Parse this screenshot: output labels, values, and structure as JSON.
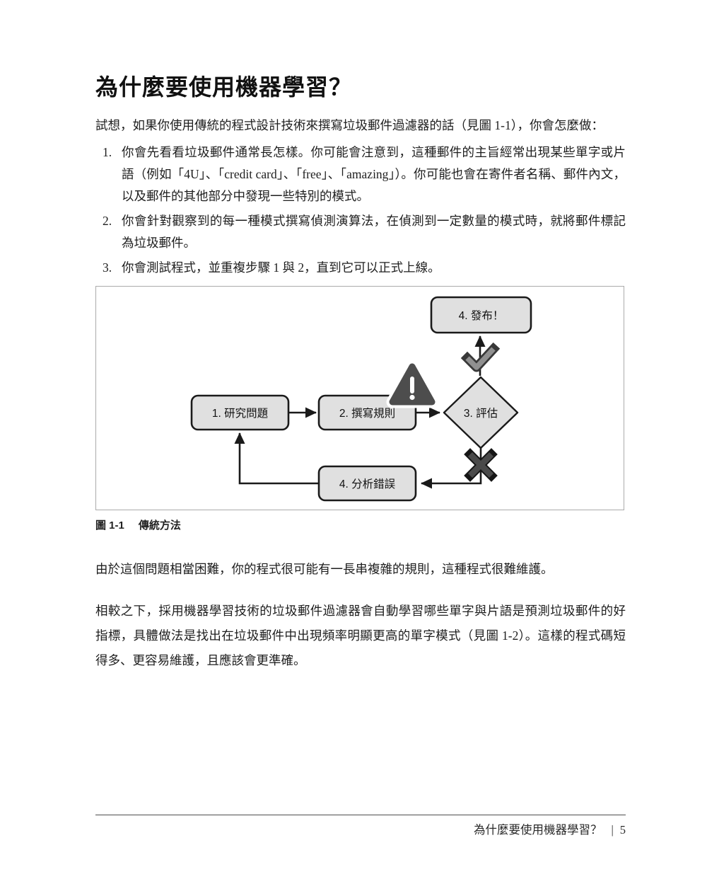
{
  "doc": {
    "title": "為什麼要使用機器學習？",
    "intro": "試想，如果你使用傳統的程式設計技術來撰寫垃圾郵件過濾器的話（見圖 1-1），你會怎麼做：",
    "list": [
      {
        "num": "1.",
        "text": "你會先看看垃圾郵件通常長怎樣。你可能會注意到，這種郵件的主旨經常出現某些單字或片語（例如「4U」、「credit card」、「free」、「amazing」）。你可能也會在寄件者名稱、郵件內文，以及郵件的其他部分中發現一些特別的模式。"
      },
      {
        "num": "2.",
        "text": "你會針對觀察到的每一種模式撰寫偵測演算法，在偵測到一定數量的模式時，就將郵件標記為垃圾郵件。"
      },
      {
        "num": "3.",
        "text": "你會測試程式，並重複步驟 1 與 2，直到它可以正式上線。"
      }
    ],
    "figure": {
      "caption_label": "圖 1-1",
      "caption_text": "傳統方法",
      "nodes": {
        "research": "1. 研究問題",
        "rules": "2. 撰寫規則",
        "evaluate": "3. 評估",
        "launch": "4. 發布！",
        "analyze": "4. 分析錯誤"
      },
      "icons": {
        "warning": "warning-triangle",
        "success": "check-mark",
        "failure": "x-mark"
      }
    },
    "paragraphs": [
      "由於這個問題相當困難，你的程式很可能有一長串複雜的規則，這種程式很難維護。",
      "相較之下，採用機器學習技術的垃圾郵件過濾器會自動學習哪些單字與片語是預測垃圾郵件的好指標，具體做法是找出在垃圾郵件中出現頻率明顯更高的單字模式（見圖 1-2）。這樣的程式碼短得多、更容易維護，且應該會更準確。"
    ],
    "footer": {
      "chapter": "為什麼要使用機器學習？",
      "separator": "|",
      "page_number": "5"
    },
    "colors": {
      "node_fill": "#e0e0e0",
      "node_border": "#1a1a1a",
      "icon_dark": "#4d4d4d",
      "check_gray": "#909090",
      "frame_border": "#ababab"
    }
  }
}
